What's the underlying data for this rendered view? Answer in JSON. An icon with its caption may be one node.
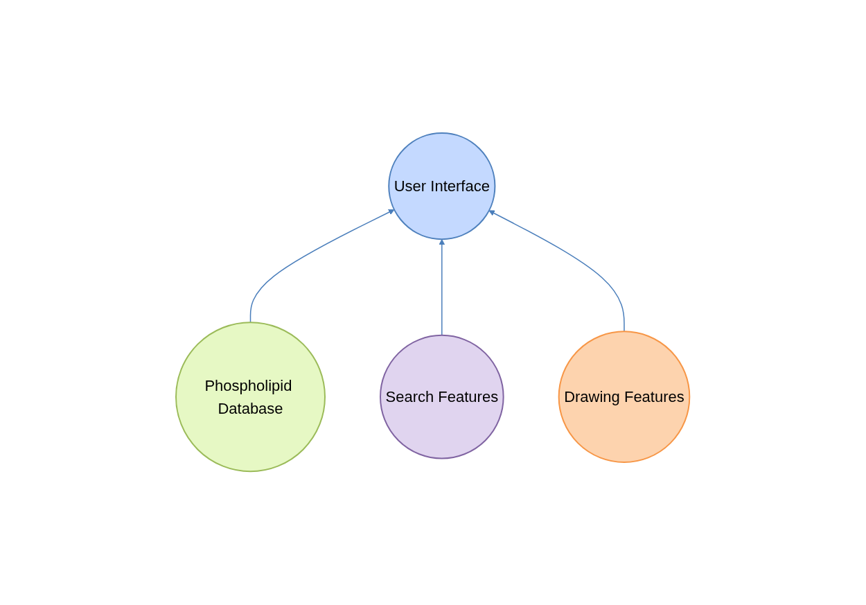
{
  "diagram": {
    "nodes": [
      {
        "text": [
          "User Interface"
        ]
      },
      {
        "text": [
          "Phospholipid Database"
        ]
      },
      {
        "text": [
          "Search Features"
        ]
      },
      {
        "text": [
          "Drawing Features"
        ]
      }
    ],
    "edges": [
      {
        "from": 1,
        "to": 0,
        "arrow": "to"
      },
      {
        "from": 2,
        "to": 0,
        "arrow": "to"
      },
      {
        "from": 3,
        "to": 0,
        "arrow": "to"
      }
    ]
  }
}
